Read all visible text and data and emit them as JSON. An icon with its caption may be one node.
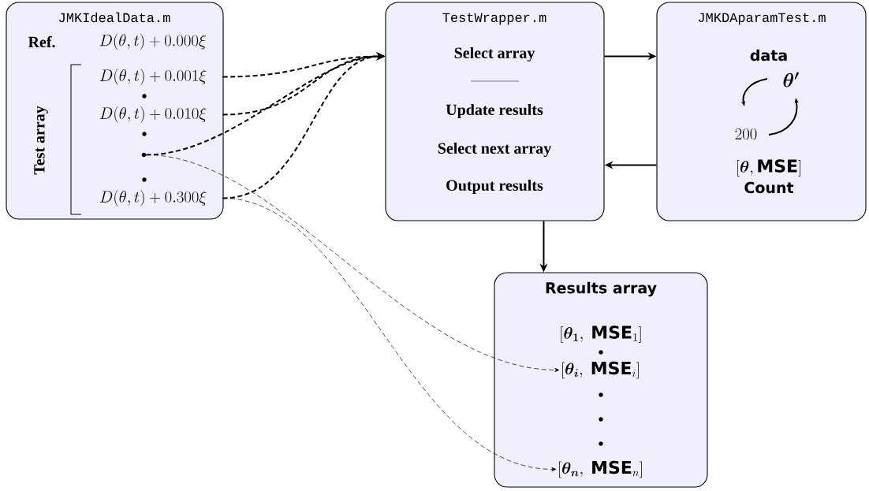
{
  "diagram": {
    "nodes": [
      {
        "text": [
          "JMKIdealData.m",
          "Ref.",
          "D(\\theta, t) + 0.000\\xi",
          "Test array"
        ]
      },
      {
        "text": [
          "D(\\theta, t) + 0.001\\xi"
        ],
        "in": 0
      },
      {
        "text": [
          "D(\\theta, t) + 0.010\\xi"
        ],
        "in": 0
      },
      {
        "text": [],
        "shape": "circle",
        "in": 0
      },
      {
        "text": [
          "D(\\theta, t) + 0.300\\xi"
        ],
        "in": 0
      },
      {
        "text": [
          "TestWrapper.m",
          "Select array",
          "Update results",
          "Select next array",
          "Output results"
        ]
      },
      {
        "text": [
          "JMKDAparamTest.m",
          "data",
          "\\boldsymbol{\\theta'}",
          "200",
          "[\\boldsymbol{\\theta},\\textsf{\\textbf{MSE}}]",
          "Count"
        ]
      },
      {
        "text": [
          "Results array",
          "[\\boldsymbol{\\theta_1},\\ \\textsf{\\textbf{MSE}}_1]"
        ]
      },
      {
        "text": [
          "[\\boldsymbol{\\theta_i},\\ \\textsf{\\textbf{MSE}}_i]"
        ],
        "in": 7
      },
      {
        "text": [
          "[\\boldsymbol{\\theta_n},\\ \\textsf{\\textbf{MSE}}_n]"
        ],
        "in": 7
      }
    ],
    "edges": [
      {
        "from": 1,
        "to": 5,
        "arrow": "to",
        "style": "dashed"
      },
      {
        "from": 2,
        "to": 5,
        "arrow": "to",
        "style": "dashed"
      },
      {
        "from": 3,
        "to": 5,
        "arrow": "to",
        "style": "dashed"
      },
      {
        "from": 4,
        "to": 5,
        "arrow": "to",
        "style": "dashed"
      },
      {
        "from": 3,
        "to": 8,
        "arrow": "to",
        "style": "dashed"
      },
      {
        "from": 4,
        "to": 9,
        "arrow": "to",
        "style": "dashed"
      },
      {
        "from": 5,
        "to": 6,
        "arrow": "to"
      },
      {
        "from": 6,
        "to": 5,
        "arrow": "to"
      },
      {
        "from": 5,
        "to": 7,
        "arrow": "to"
      }
    ]
  }
}
